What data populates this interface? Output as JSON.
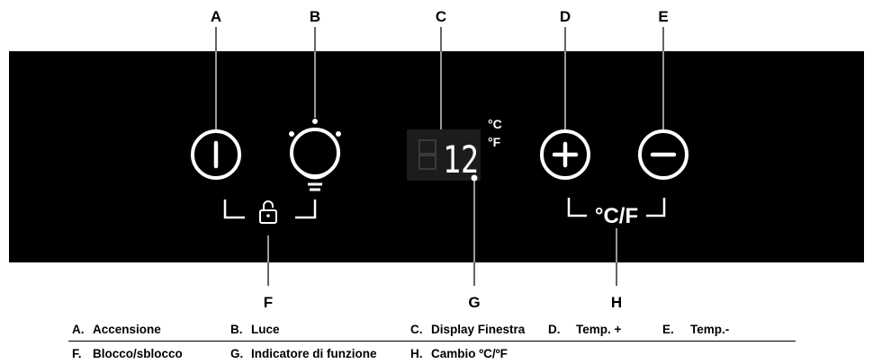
{
  "callouts": {
    "A": "A",
    "B": "B",
    "C": "C",
    "D": "D",
    "E": "E",
    "F": "F",
    "G": "G",
    "H": "H"
  },
  "display": {
    "digits": "12",
    "unit_celsius": "°C",
    "unit_fahrenheit": "°F"
  },
  "unit_toggle_label": "°C/F",
  "legend": [
    {
      "letter": "A.",
      "text": "Accensione"
    },
    {
      "letter": "B.",
      "text": "Luce"
    },
    {
      "letter": "C.",
      "text": "Display Finestra"
    },
    {
      "letter": "D.",
      "text": "Temp. +"
    },
    {
      "letter": "E.",
      "text": "Temp.-"
    },
    {
      "letter": "F.",
      "text": "Blocco/sblocco"
    },
    {
      "letter": "G.",
      "text": "Indicatore di funzione"
    },
    {
      "letter": "H.",
      "text": "Cambio ºC/ºF"
    }
  ],
  "colors": {
    "panel": "#000000",
    "icon": "#ffffff",
    "display_bg": "#1c1c1c",
    "segment_off": "#3a3a3a"
  }
}
